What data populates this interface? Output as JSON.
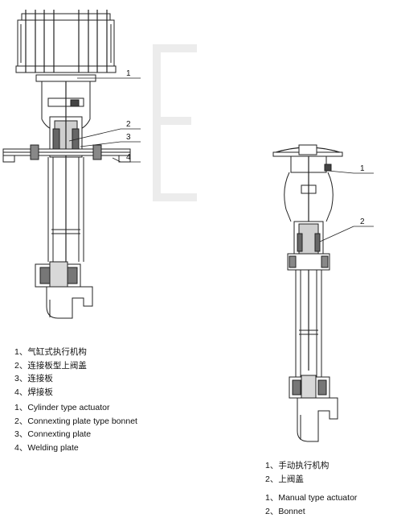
{
  "left_valve": {
    "callouts": [
      "1",
      "2",
      "3",
      "4"
    ],
    "legend_cn": [
      {
        "num": "1、",
        "text": "气缸式执行机构"
      },
      {
        "num": "2、",
        "text": "连接板型上阀盖"
      },
      {
        "num": "3、",
        "text": "连接板"
      },
      {
        "num": "4、",
        "text": "焊接板"
      }
    ],
    "legend_en": [
      {
        "num": "1、",
        "text": "Cylinder type actuator"
      },
      {
        "num": "2、",
        "text": "Connexting plate type bonnet"
      },
      {
        "num": "3、",
        "text": "Connexting plate"
      },
      {
        "num": "4、",
        "text": "Welding plate"
      }
    ]
  },
  "right_valve": {
    "callouts": [
      "1",
      "2"
    ],
    "legend_cn": [
      {
        "num": "1、",
        "text": "手动执行机构"
      },
      {
        "num": "2、",
        "text": "上阀盖"
      }
    ],
    "legend_en": [
      {
        "num": "1、",
        "text": "Manual type actuator"
      },
      {
        "num": "2、",
        "text": "Bonnet"
      }
    ]
  }
}
